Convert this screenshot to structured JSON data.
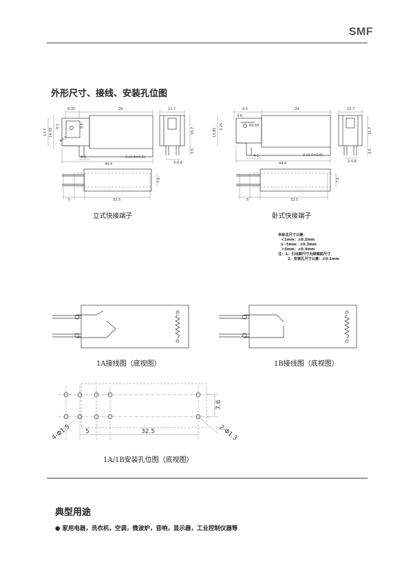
{
  "header": {
    "brand": "SMF"
  },
  "section1": {
    "title": "外形尺寸、接线、安装孔位图"
  },
  "captions": {
    "vertical": "立式快接端子",
    "horizontal": "卧式快接端子",
    "wiring_1a": "1A接线图（底视图）",
    "wiring_1b": "1B接线图（底视图）",
    "holes": "1A/1B安装孔位图（底视图）"
  },
  "tolerance_note": {
    "lines": [
      "未标注尺寸公差：",
      "＜1mm：±0.2mm",
      "1~5mm：±0.3mm",
      "＞5mm：±0.4mm",
      "注：1、引出脚尺寸为焊锡前尺寸",
      "2、安装孔尺寸公差：±0.1mm"
    ]
  },
  "dimensions": {
    "v": {
      "a": "6.35",
      "b": "29",
      "c": "12.7",
      "d": "13.7",
      "e": "14.05",
      "f": "9.6",
      "g": "4.1",
      "h": "4-1",
      "i": "40.4",
      "j": "2-(0.4×0.6)",
      "k": "15.7",
      "l": "2-0.8",
      "m": "3.5",
      "n": "7.6",
      "o": "5",
      "p": "32.5",
      "q": "R0.5"
    },
    "h": {
      "a": "9.5",
      "b": "29",
      "c": "12.7",
      "d": "4.6",
      "e": "13.85",
      "f": "3.25",
      "g": "R0.65",
      "h": "4-1",
      "i": "44.4",
      "j": "2-(0.4×0.6)",
      "k": "15.7",
      "l": "2-0.8",
      "m": "3.5",
      "n": "7.6",
      "o": "5",
      "p": "32.5"
    },
    "holes": {
      "a": "7.6",
      "b": "5",
      "c": "32.5",
      "d": "4-Φ1.5",
      "e": "2-Φ1.3"
    }
  },
  "section2": {
    "title": "典型用途",
    "bullet": "●",
    "text": "家用电器，洗衣机，空调，微波炉，音响，显示器，工业控制仪器等"
  }
}
